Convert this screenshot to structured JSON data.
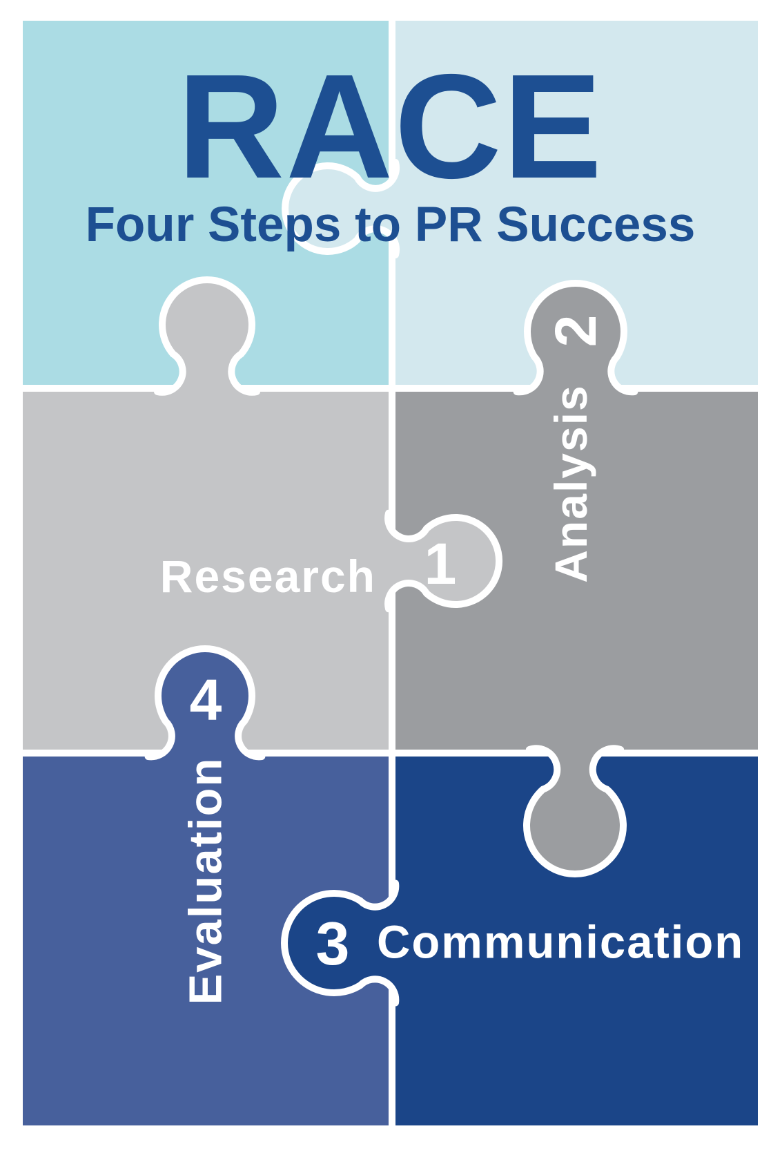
{
  "infographic": {
    "title": "RACE",
    "subtitle": "Four Steps to PR Success"
  },
  "steps": [
    {
      "number": "1",
      "label": "Research"
    },
    {
      "number": "2",
      "label": "Analysis"
    },
    {
      "number": "3",
      "label": "Communication"
    },
    {
      "number": "4",
      "label": "Evaluation"
    }
  ],
  "colors": {
    "title_navy": "#1d4f92",
    "piece_top_left_teal": "#abdce4",
    "piece_top_right_blue": "#d3e8ee",
    "piece_research_gray": "#c4c5c7",
    "piece_analysis_gray": "#9b9da0",
    "piece_evaluation_blue": "#47609c",
    "piece_communication_navy": "#1b4588",
    "seam_white": "#ffffff",
    "label_text": "#ffffff"
  }
}
